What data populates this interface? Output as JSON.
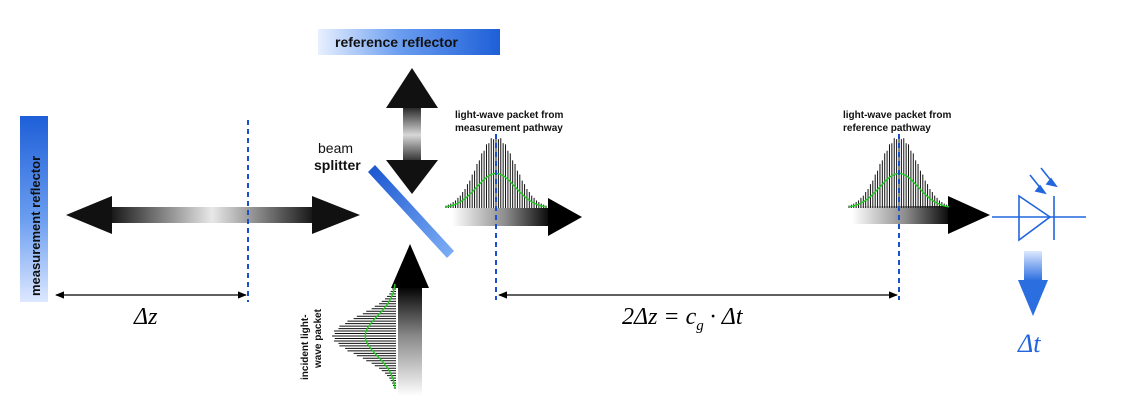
{
  "labels": {
    "reference_reflector": "reference reflector",
    "measurement_reflector": "measurement reflector",
    "beam_splitter_line1": "beam",
    "beam_splitter_line2": "splitter",
    "packet_measurement_line1": "light-wave packet from",
    "packet_measurement_line2": "measurement pathway",
    "packet_reference_line1": "light-wave packet from",
    "packet_reference_line2": "reference pathway",
    "incident_line1": "incident light-",
    "incident_line2": "wave packet"
  },
  "math": {
    "delta_z": "Δz",
    "relation_lhs": "2Δz = c",
    "relation_sub": "g",
    "relation_rhs": " · Δt",
    "delta_t": "Δt"
  },
  "colors": {
    "reflector_blue": "#1f5fd6",
    "dashed_line": "#1a4fd0",
    "photodiode": "#2266dd",
    "envelope": "#22cc22",
    "arrow_dark": "#111111"
  }
}
